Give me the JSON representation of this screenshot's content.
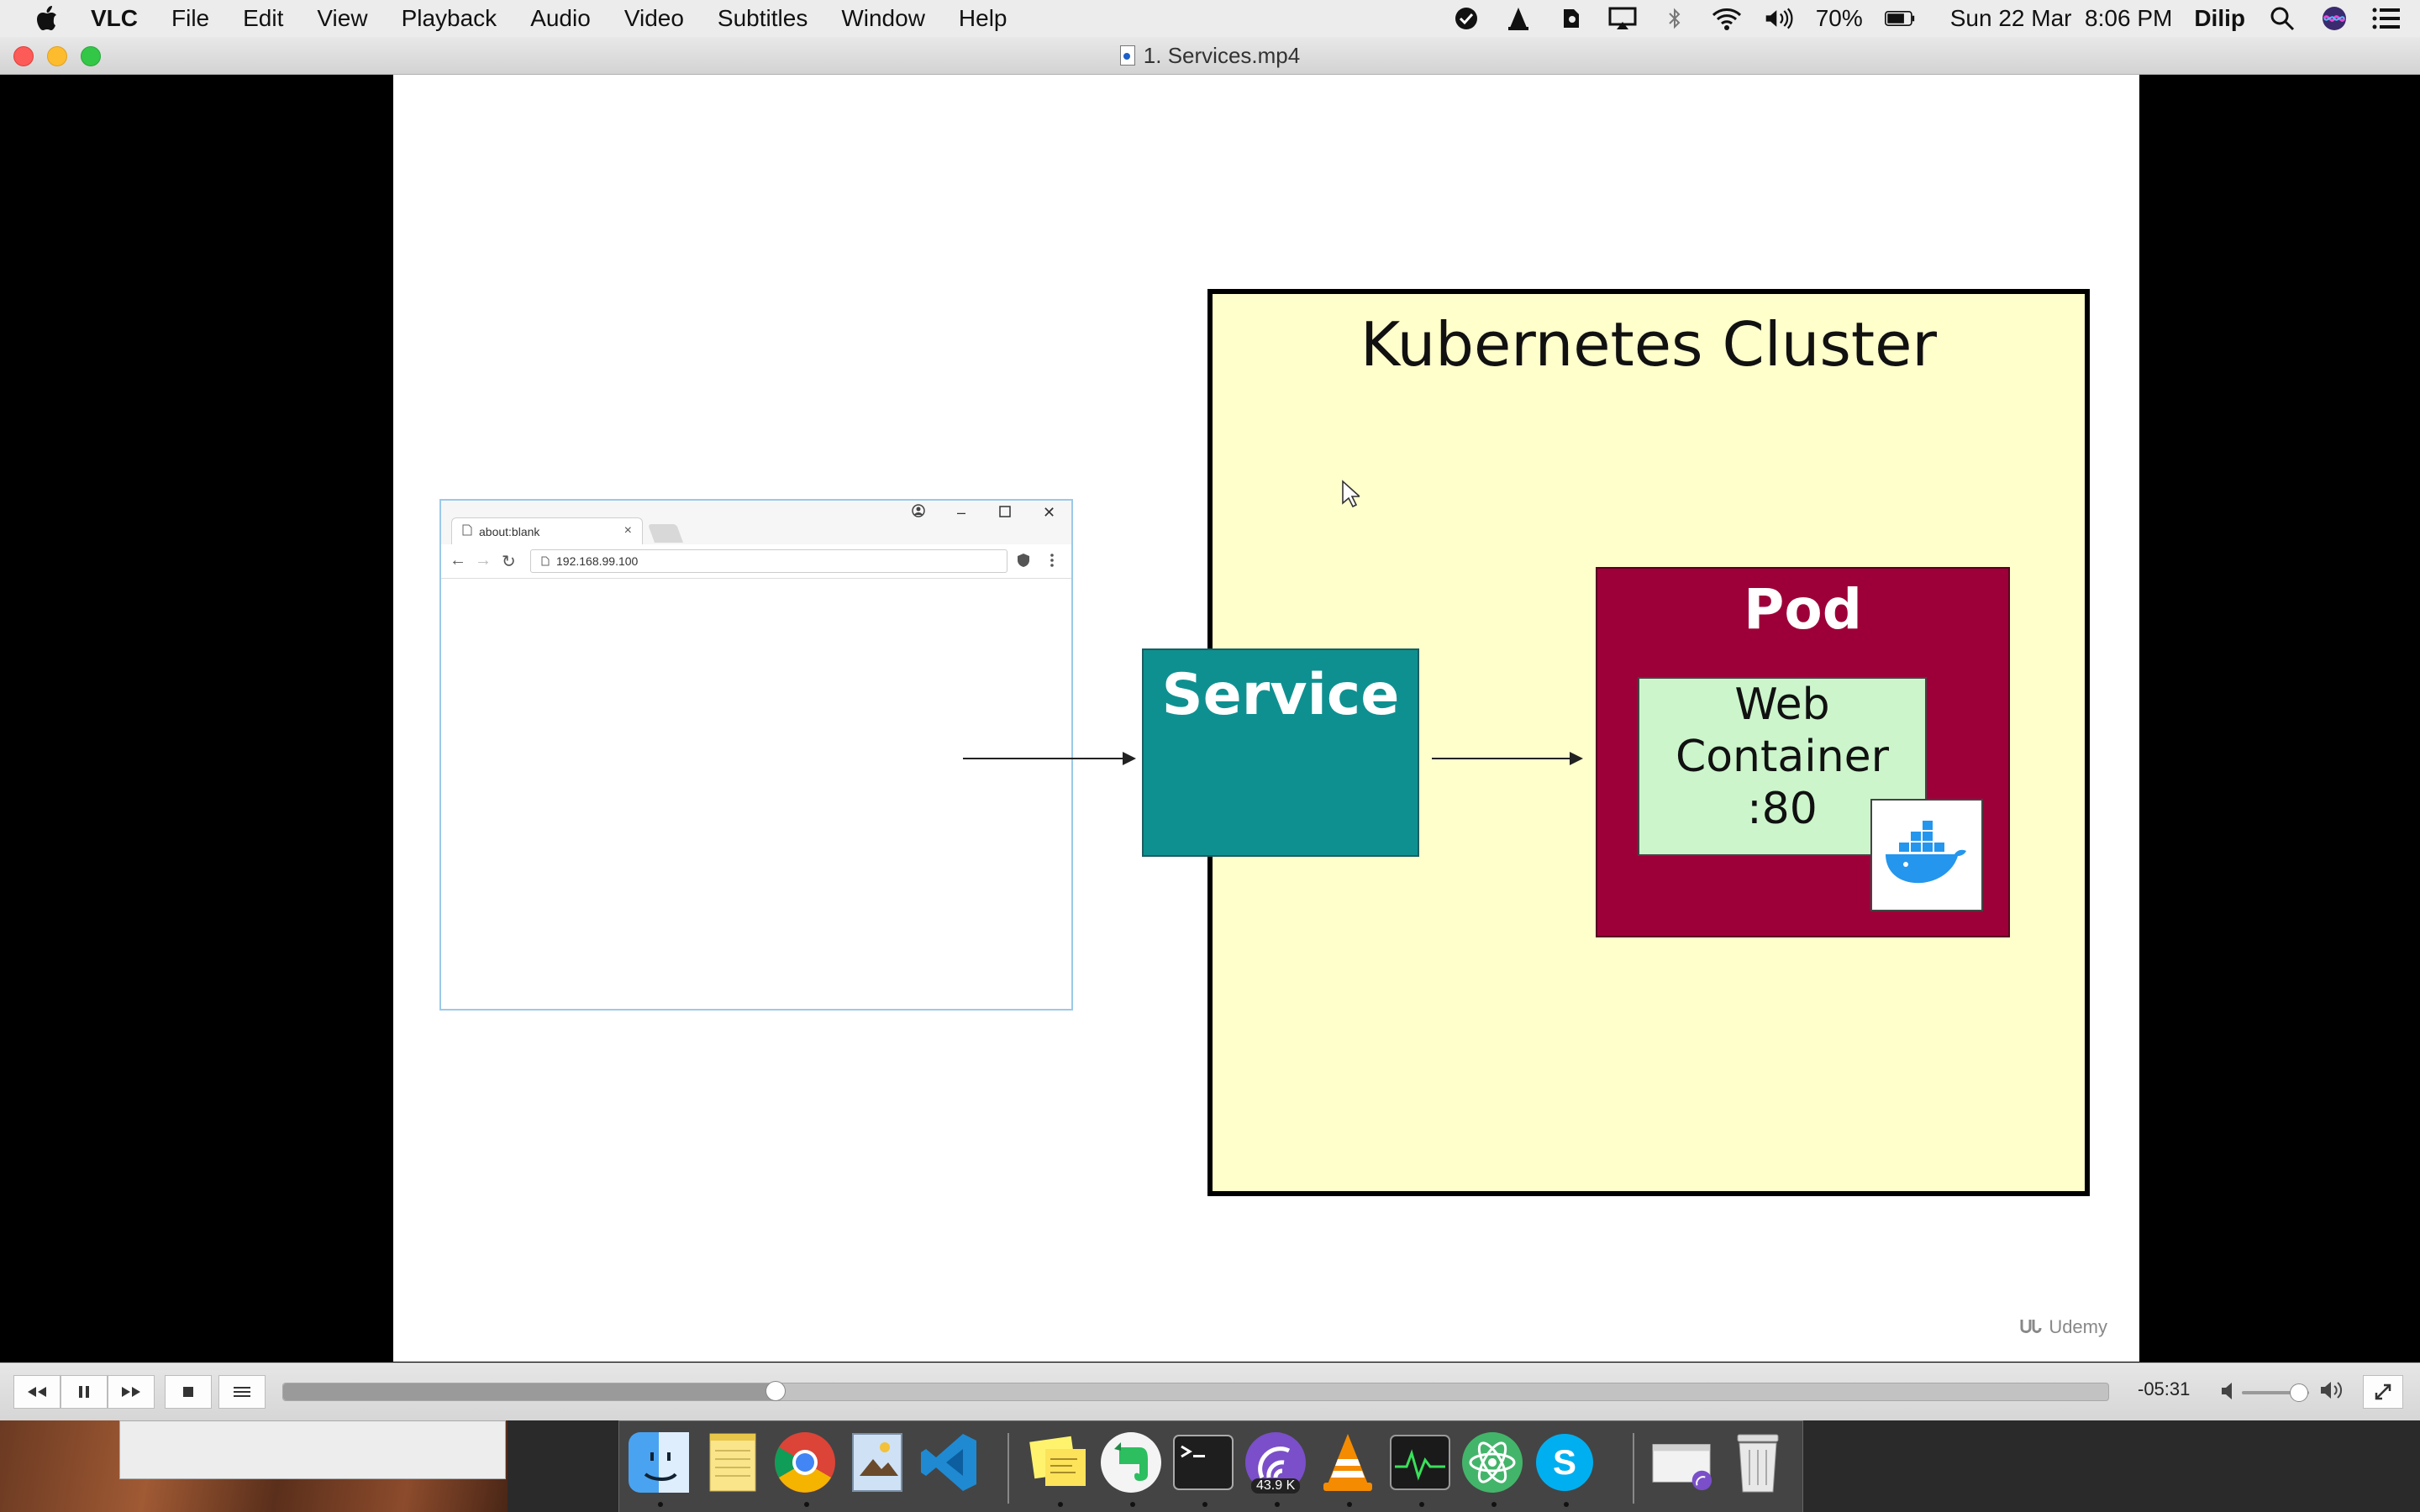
{
  "menubar": {
    "app_name": "VLC",
    "items": [
      "File",
      "Edit",
      "View",
      "Playback",
      "Audio",
      "Video",
      "Subtitles",
      "Window",
      "Help"
    ],
    "battery_percent": "70%",
    "datetime": "Sun 22 Mar  8:06 PM",
    "user": "Dilip"
  },
  "window": {
    "title": "1. Services.mp4"
  },
  "slide": {
    "browser": {
      "tab_title": "about:blank",
      "address": "192.168.99.100"
    },
    "cluster_title": "Kubernetes Cluster",
    "service_label": "Service",
    "pod_label": "Pod",
    "container_lines": [
      "Web",
      "Container",
      ":80"
    ],
    "watermark": "Udemy"
  },
  "controls": {
    "time_remaining": "-05:31",
    "playback_progress": 0.27,
    "volume_level": 0.85
  },
  "dock": {
    "badge_text": "43.9 K",
    "apps": [
      "finder-icon",
      "notes-icon",
      "chrome-icon",
      "preview-icon",
      "vscode-icon",
      "stickies-icon",
      "evernote-icon",
      "terminal-icon",
      "tor-icon",
      "vlc-icon",
      "activity-monitor-icon",
      "atom-icon",
      "skype-icon",
      "downloads-icon",
      "trash-icon"
    ]
  }
}
